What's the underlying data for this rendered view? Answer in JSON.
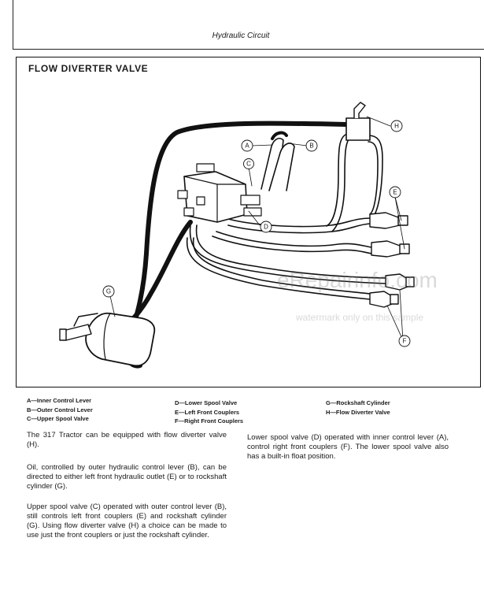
{
  "header": {
    "title": "Hydraulic Circuit"
  },
  "section": {
    "title": "FLOW DIVERTER VALVE"
  },
  "callouts": {
    "a": "A",
    "b": "B",
    "c": "C",
    "d": "D",
    "e": "E",
    "f": "F",
    "g": "G",
    "h": "H"
  },
  "watermark": {
    "site": "eRepairinfo.com",
    "notice": "watermark only on this sample"
  },
  "legend": [
    "A—Inner Control Lever",
    "B—Outer Control Lever",
    "C—Upper Spool Valve",
    "D—Lower Spool Valve",
    "E—Left Front Couplers",
    "F—Right Front Couplers",
    "G—Rockshaft Cylinder",
    "H—Flow Diverter Valve"
  ],
  "paragraphs": [
    "The 317 Tractor can be equipped with flow diverter valve (H).",
    "Oil, controlled by outer hydraulic control lever (B), can be directed to either left front hydraulic outlet (E) or to rockshaft cylinder (G).",
    "Upper spool valve (C) operated with outer control lever (B), still controls left front couplers (E) and rockshaft cylinder (G). Using flow diverter valve (H) a choice can be made to use just the front couplers or just the rockshaft cylinder.",
    "Lower spool valve (D) operated with inner control lever (A), control right front couplers (F). The lower spool valve also has a built-in float position."
  ],
  "colors": {
    "ink": "#1a1a1a",
    "paper": "#ffffff"
  }
}
